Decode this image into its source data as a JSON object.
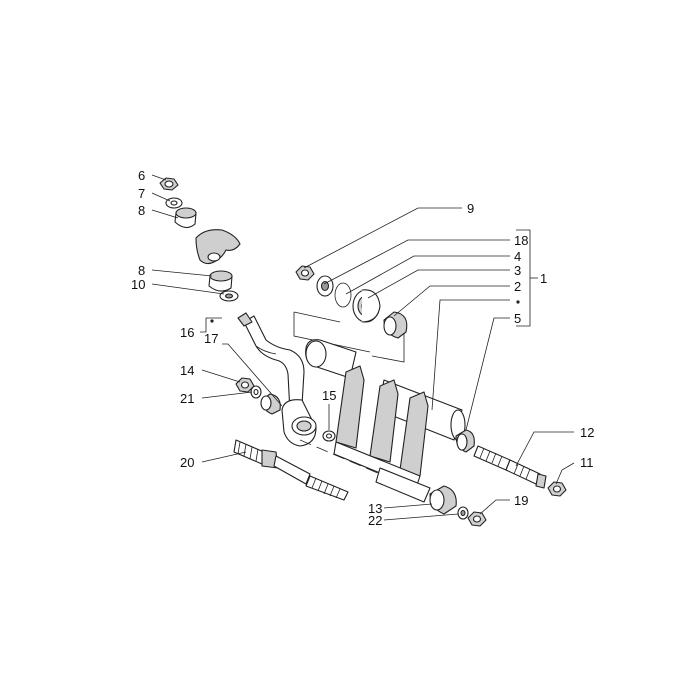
{
  "labels": {
    "l1": "1",
    "l2": "2",
    "l3": "3",
    "l4": "4",
    "l5": "5",
    "l6": "6",
    "l7": "7",
    "l8a": "8",
    "l8b": "8",
    "l9": "9",
    "l10": "10",
    "l11": "11",
    "l12": "12",
    "l13": "13",
    "l14": "14",
    "l15": "15",
    "l16": "16",
    "l17": "17",
    "l18": "18",
    "l19": "19",
    "l20": "20",
    "l21": "21",
    "l22": "22"
  }
}
